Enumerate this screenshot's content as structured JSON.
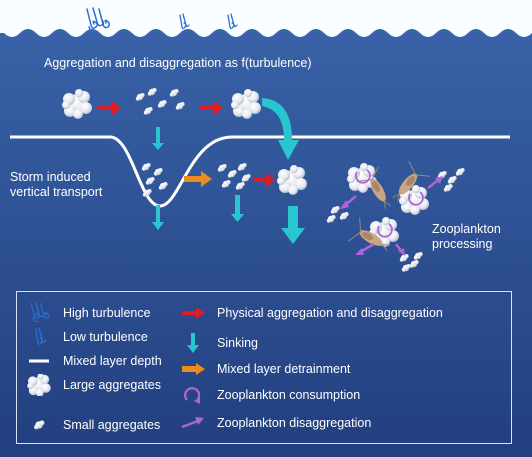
{
  "diagram": {
    "title": "Aggregation and disaggregation as f(turbulence)",
    "storm_label": [
      "Storm induced",
      "vertical transport"
    ],
    "zooplankton_label": [
      "Zooplankton",
      "processing"
    ]
  },
  "legend": {
    "items": [
      {
        "icon": "high-turbulence-icon",
        "label": "High turbulence"
      },
      {
        "icon": "low-turbulence-icon",
        "label": "Low turbulence"
      },
      {
        "icon": "mixed-layer-depth-icon",
        "label": "Mixed layer depth"
      },
      {
        "icon": "large-aggregate-icon",
        "label": "Large aggregates"
      },
      {
        "icon": "small-aggregate-icon",
        "label": "Small aggregates"
      },
      {
        "icon": "red-arrow-icon",
        "label": "Physical aggregation and disaggregation"
      },
      {
        "icon": "cyan-arrow-icon",
        "label": "Sinking"
      },
      {
        "icon": "orange-arrow-icon",
        "label": "Mixed layer detrainment"
      },
      {
        "icon": "curved-purple-arrow-icon",
        "label": "Zooplankton consumption"
      },
      {
        "icon": "purple-arrow-icon",
        "label": "Zooplankton disaggregation"
      }
    ]
  },
  "colors": {
    "surface_top": "#fafdff",
    "ocean_upper": "#3a64aa",
    "ocean_lower": "#223f7f",
    "physical_arrow": "#e01b22",
    "sinking_arrow": "#29c6cf",
    "detrainment_arrow": "#ef8a1e",
    "zooplankton_arrow": "#b065d6",
    "turbulence_icon": "#2a6fd1"
  }
}
